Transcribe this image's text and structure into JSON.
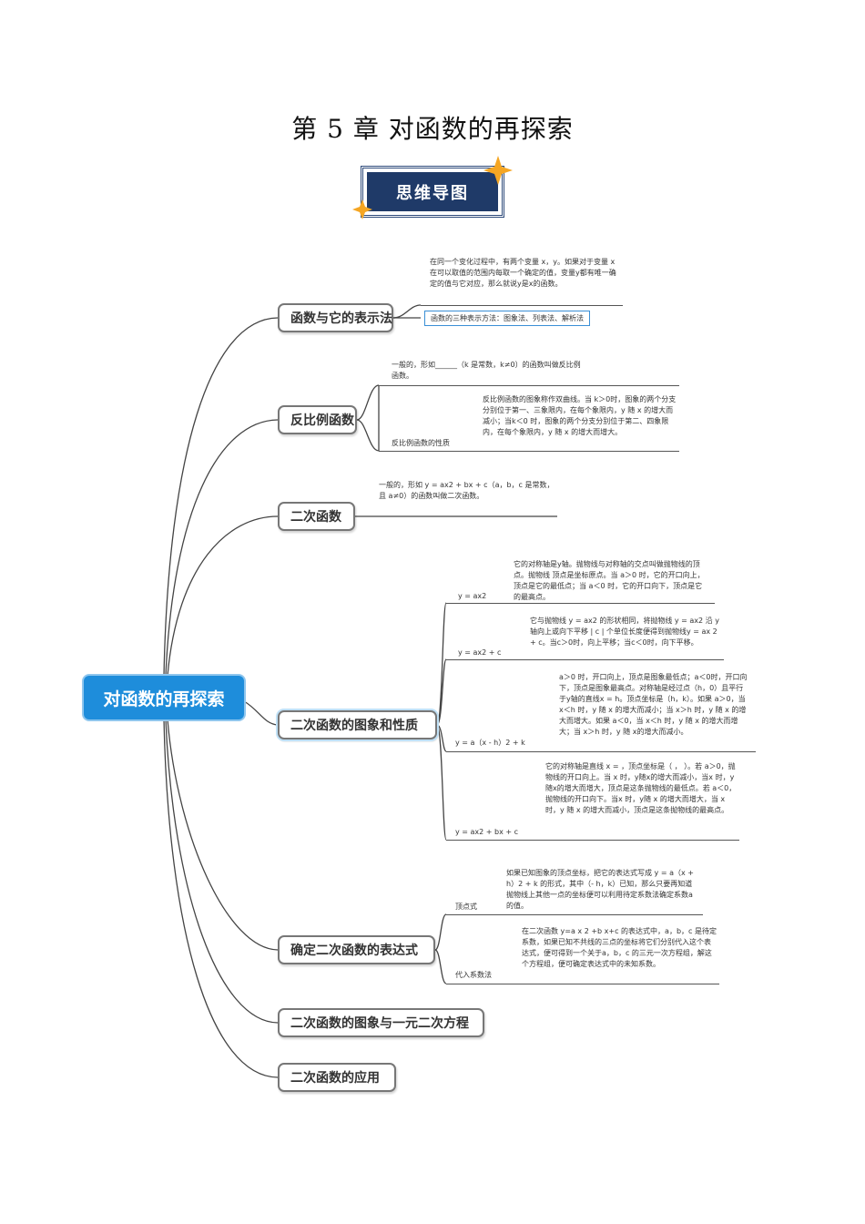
{
  "page_title": "第 5 章  对函数的再探索",
  "badge": "思维导图",
  "root": "对函数的再探索",
  "branches": {
    "b1": {
      "label": "函数与它的表示法",
      "def": "在同一个变化过程中，有两个变量 x，y。如果对于变量 x 在可以取值的范围内每取一个确定的值，变量y都有唯一确定的值与它对应，那么就说y是x的函数。",
      "methods": "函数的三种表示方法：图象法、列表法、解析法"
    },
    "b2": {
      "label": "反比例函数",
      "def": "一般的，形如______（k 是常数，k≠0）的函数叫做反比例函数。",
      "prop_label": "反比例函数的性质",
      "prop": "反比例函数的图象称作双曲线。当 k＞0时，图象的两个分支分别位于第一、三象限内，在每个象限内，y 随 x 的增大而减小；当k＜0 时，图象的两个分支分别位于第二、四象限内，在每个象限内，y 随 x 的增大而增大。"
    },
    "b3": {
      "label": "二次函数",
      "def": "一般的，形如 y = ax2 + bx + c（a，b，c 是常数，且 a≠0）的函数叫做二次函数。"
    },
    "b4": {
      "label": "二次函数的图象和性质",
      "items": [
        {
          "form": "y = ax2",
          "text": "它的对称轴是y轴。抛物线与对称轴的交点叫做抛物线的顶点。抛物线 顶点是坐标原点。当 a＞0 时，它的开口向上，顶点是它的最低点；当 a＜0 时，它的开口向下，顶点是它的最高点。"
        },
        {
          "form": "y = ax2 + c",
          "text": "它与抛物线 y = ax2 的形状相同，将抛物线 y = ax2 沿 y 轴向上或向下平移 | c | 个单位长度便得到抛物线y = ax 2 + c。当c＞0时，向上平移；当c＜0时，向下平移。"
        },
        {
          "form": "y = a（x - h）2 + k",
          "text": "a＞0 时，开口向上，顶点是图象最低点；a＜0时，开口向下，顶点是图象最高点。对称轴是经过点（h，0）且平行于y轴的直线x = h。顶点坐标是（h，k）。如果 a＞0，当 x＜h 时，y 随 x 的增大而减小；当 x＞h 时，y 随 x 的增大而增大。如果 a＜0，当 x＜h 时，y 随 x 的增大而增大；当 x＞h 时，y 随 x的增大而减小。"
        },
        {
          "form": "y = ax2 + bx + c",
          "text": "它的对称轴是直线 x =              ，顶点坐标是（      ，   ）。若 a＞0，抛物线的开口向上。当 x          时，y随x的增大而减小，当x          时，y 随x的增大而增大，顶点是这条抛物线的最低点。若 a＜0，抛物线的开口向下。当x            时，y随 x 的增大而增大，当 x           时，y 随 x 的增大而减小，顶点是这条抛物线的最高点。"
        }
      ]
    },
    "b5": {
      "label": "确定二次函数的表达式",
      "items": [
        {
          "form": "顶点式",
          "text": "如果已知图象的顶点坐标，把它的表达式写成 y = a（x + h）2 + k 的形式，其中（- h，k）已知，那么只要再知道抛物线上其他一点的坐标便可以利用待定系数法确定系数a的值。"
        },
        {
          "form": "代入系数法",
          "text": "在二次函数 y=a x 2 +b x+c 的表达式中，a，b，c 是待定系数，如果已知不共线的三点的坐标将它们分别代入这个表达式，便可得到一个关于a，b，c 的三元一次方程组，解这个方程组，便可确定表达式中的未知系数。"
        }
      ]
    },
    "b6": {
      "label": "二次函数的图象与一元二次方程"
    },
    "b7": {
      "label": "二次函数的应用"
    }
  },
  "colors": {
    "root": "#1e8ddb",
    "badge": "#1f3a68",
    "star": "#f5a623",
    "frame": "#3a8fd6"
  }
}
